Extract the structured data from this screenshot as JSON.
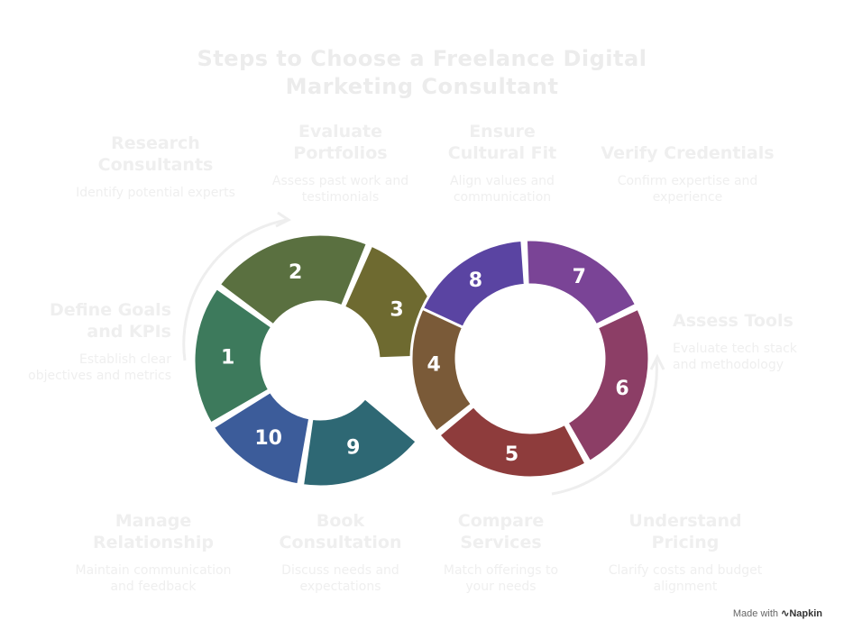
{
  "title_line1": "Steps to Choose a Freelance Digital",
  "title_line2": "Marketing Consultant",
  "steps": [
    {
      "num": "1",
      "heading": "Define Goals and KPIs",
      "desc": "Establish clear objectives and metrics",
      "color": "#3d7a5c"
    },
    {
      "num": "2",
      "heading": "Research Consultants",
      "desc": "Identify potential experts",
      "color": "#5a7040"
    },
    {
      "num": "3",
      "heading": "Evaluate Portfolios",
      "desc": "Assess past work and testimonials",
      "color": "#6e6a30"
    },
    {
      "num": "4",
      "heading": "Compare Services",
      "desc": "Match offerings to your needs",
      "color": "#7a5a38"
    },
    {
      "num": "5",
      "heading": "Understand Pricing",
      "desc": "Clarify costs and budget alignment",
      "color": "#8e3c3c"
    },
    {
      "num": "6",
      "heading": "Assess Tools",
      "desc": "Evaluate tech stack and methodology",
      "color": "#8c3e66"
    },
    {
      "num": "7",
      "heading": "Verify Credentials",
      "desc": "Confirm expertise and experience",
      "color": "#7a4496"
    },
    {
      "num": "8",
      "heading": "Ensure Cultural Fit",
      "desc": "Align values and communication",
      "color": "#5a44a2"
    },
    {
      "num": "9",
      "heading": "Book Consultation",
      "desc": "Discuss needs and expectations",
      "color": "#2e6874"
    },
    {
      "num": "10",
      "heading": "Manage Relationship",
      "desc": "Maintain communication and feedback",
      "color": "#3c5c9a"
    }
  ],
  "watermark_prefix": "Made with",
  "watermark_brand": "Napkin"
}
